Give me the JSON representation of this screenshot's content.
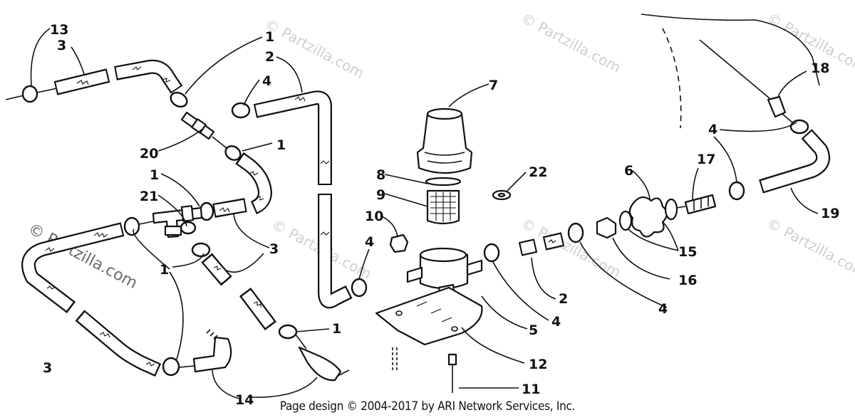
{
  "diagram": {
    "callouts": [
      {
        "id": "c13",
        "text": "13"
      },
      {
        "id": "c3a",
        "text": "3"
      },
      {
        "id": "c1a",
        "text": "1"
      },
      {
        "id": "c2a",
        "text": "2"
      },
      {
        "id": "c4a",
        "text": "4"
      },
      {
        "id": "c20",
        "text": "20"
      },
      {
        "id": "c1b",
        "text": "1"
      },
      {
        "id": "c1c",
        "text": "1"
      },
      {
        "id": "c21",
        "text": "21"
      },
      {
        "id": "c3b",
        "text": "3"
      },
      {
        "id": "c1d",
        "text": "1"
      },
      {
        "id": "c3c",
        "text": "3"
      },
      {
        "id": "c14",
        "text": "14"
      },
      {
        "id": "c1e",
        "text": "1"
      },
      {
        "id": "c7",
        "text": "7"
      },
      {
        "id": "c8",
        "text": "8"
      },
      {
        "id": "c9",
        "text": "9"
      },
      {
        "id": "c10",
        "text": "10"
      },
      {
        "id": "c4b",
        "text": "4"
      },
      {
        "id": "c22",
        "text": "22"
      },
      {
        "id": "c5",
        "text": "5"
      },
      {
        "id": "c12",
        "text": "12"
      },
      {
        "id": "c11",
        "text": "11"
      },
      {
        "id": "c2b",
        "text": "2"
      },
      {
        "id": "c4c",
        "text": "4"
      },
      {
        "id": "c4d",
        "text": "4"
      },
      {
        "id": "c6",
        "text": "6"
      },
      {
        "id": "c15",
        "text": "15"
      },
      {
        "id": "c16",
        "text": "16"
      },
      {
        "id": "c17",
        "text": "17"
      },
      {
        "id": "c4e",
        "text": "4"
      },
      {
        "id": "c18",
        "text": "18"
      },
      {
        "id": "c19",
        "text": "19"
      }
    ],
    "watermark": "© Partzilla.com"
  },
  "footer": {
    "text": "Page design © 2004-2017 by ARI Network Services, Inc."
  }
}
